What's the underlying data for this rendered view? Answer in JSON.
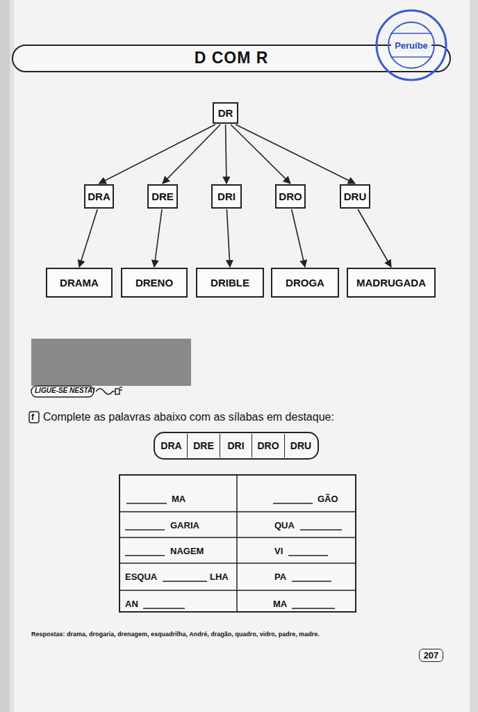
{
  "diagram": {
    "title": "D COM R",
    "nodes": [
      {
        "text": [
          "DR"
        ]
      },
      {
        "text": [
          "DRA"
        ]
      },
      {
        "text": [
          "DRE"
        ]
      },
      {
        "text": [
          "DRI"
        ]
      },
      {
        "text": [
          "DRO"
        ]
      },
      {
        "text": [
          "DRU"
        ]
      },
      {
        "text": [
          "DRAMA"
        ]
      },
      {
        "text": [
          "DRENO"
        ]
      },
      {
        "text": [
          "DRIBLE"
        ]
      },
      {
        "text": [
          "DROGA"
        ]
      },
      {
        "text": [
          "MADRUGADA"
        ]
      },
      {
        "text": [
          "DRA"
        ]
      },
      {
        "text": [
          "DRE"
        ]
      },
      {
        "text": [
          "DRI"
        ]
      },
      {
        "text": [
          "DRO"
        ]
      },
      {
        "text": [
          "DRU"
        ]
      },
      {
        "text": [
          "207"
        ]
      },
      {
        "text": [
          "Peruíbe"
        ]
      }
    ],
    "edges": [
      {
        "from": 0,
        "to": 1,
        "arrow": "to"
      },
      {
        "from": 0,
        "to": 2,
        "arrow": "to"
      },
      {
        "from": 0,
        "to": 3,
        "arrow": "to"
      },
      {
        "from": 0,
        "to": 4,
        "arrow": "to"
      },
      {
        "from": 0,
        "to": 5,
        "arrow": "to"
      },
      {
        "from": 1,
        "to": 6,
        "arrow": "to"
      },
      {
        "from": 2,
        "to": 7,
        "arrow": "to"
      },
      {
        "from": 3,
        "to": 8,
        "arrow": "to"
      },
      {
        "from": 4,
        "to": 9,
        "arrow": "to"
      },
      {
        "from": 5,
        "to": 10,
        "arrow": "to"
      }
    ],
    "labels": [
      "LIGUE-SE NESTA!",
      "f",
      "Complete as palavras abaixo com as sílabas em destaque:",
      "MA",
      "GÃO",
      "GARIA",
      "QUA",
      "NAGEM",
      "VI",
      "ESQUA",
      "LHA",
      "PA",
      "AN",
      "MA",
      "Respostas: drama, drogaria, drenagem, esquadrilha, André, dragão, quadro, vidro, padre, madre."
    ]
  }
}
